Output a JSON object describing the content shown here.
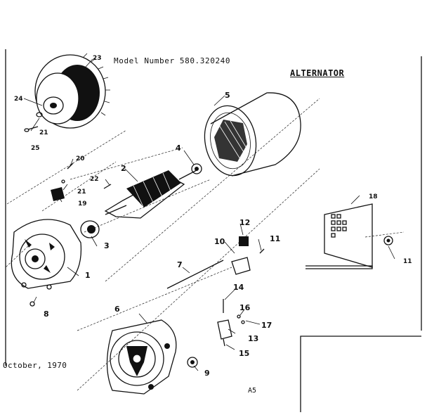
{
  "header": {
    "model_text": "Model Number 580.320240",
    "section_title": "ALTERNATOR"
  },
  "footer": {
    "date": "October, 1970",
    "page_code": "A5"
  },
  "callouts": [
    "1",
    "2",
    "3",
    "4",
    "5",
    "6",
    "7",
    "8",
    "9",
    "10",
    "11",
    "11",
    "12",
    "13",
    "14",
    "15",
    "16",
    "17",
    "18",
    "19",
    "20",
    "21",
    "21",
    "22",
    "23",
    "24",
    "25"
  ]
}
